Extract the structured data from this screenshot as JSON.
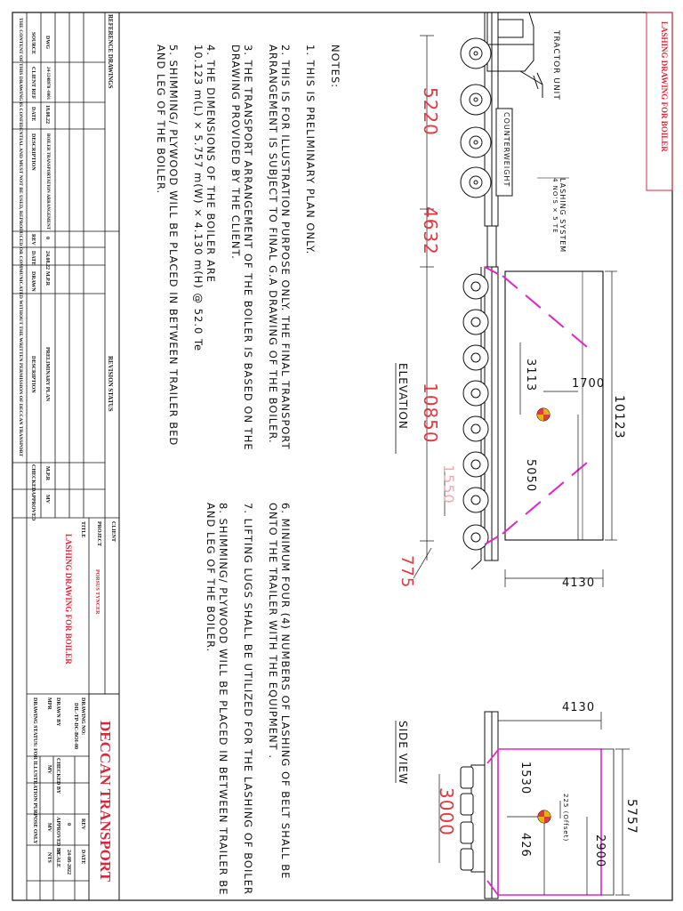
{
  "sheet_title": "LASHING DRAWING FOR BOILER",
  "labels": {
    "tractor_unit": "TRACTOR UNIT",
    "counterweight": "COUNTERWEIGHT",
    "lashing_system": "LASHING SYSTEM",
    "lashing_qty": "4 NO'S × 5 TE",
    "elevation": "ELEVATION",
    "side_view": "SIDE VIEW"
  },
  "dimensions": {
    "d5220": "5220",
    "d4632": "4632",
    "d10850": "10850",
    "d1550": "1550",
    "d775": "775",
    "d10123": "10123",
    "d1700": "1700",
    "d3113": "3113",
    "d5050": "5050",
    "d4130_elev": "4130",
    "d4130_side": "4130",
    "d5757": "5757",
    "d2900": "2900",
    "d1530": "1530",
    "d3000": "3000",
    "d225": "225 (Offset)",
    "d426": "426"
  },
  "notes": {
    "heading": "NOTES:",
    "n1": "1. THIS IS PRELIMINARY PLAN ONLY.",
    "n2a": "2. THIS IS FOR ILLUSTRATION PURPOSE ONLY. THE FINAL TRANSPORT",
    "n2b": "ARRANGEMENT IS SUBJECT TO FINAL G.A DRAWING OF THE BOILER.",
    "n3a": "3. THE TRANSPORT ARRANGEMENT OF THE BOILER IS BASED ON THE",
    "n3b": "DRAWING PROVIDED BY THE CLIENT.",
    "n4a": "4. THE DIMENSIONS OF THE BOILER ARE",
    "n4b": "10.123 m(L) × 5.757 m(W) × 4.130 m(H) @ 52.0 Te",
    "n5a": "5. SHIMMING/ PLYWOOD WILL BE PLACED IN BETWEEN TRAILER BED",
    "n5b": "AND LEG OF THE BOILER.",
    "n6a": "6. MINIMUM FOUR (4) NUMBERS OF LASHING OF BELT SHALL BE",
    "n6b": "ONTO THE TRAILER WITH THE EQUIPMENT .",
    "n7": "7. LIFTING LUGS SHALL BE UTILIZED FOR THE LASHING OF BOILER",
    "n8a": "8. SHIMMING/ PLYWOOD WILL BE PLACED IN BETWEEN TRAILER BE",
    "n8b": "AND LEG OF THE BOILER."
  },
  "reference_drawings": {
    "heading": "REFERENCE DRAWINGS",
    "headers": [
      "SOURCE",
      "CLIENT REF",
      "DATE",
      "DESCRIPTION"
    ],
    "row": [
      "DWG",
      "24-1248978 -0001",
      "18.08.22",
      "BOILER TRANSPORTATION ARRANGEMENT"
    ]
  },
  "revision_status": {
    "heading": "REVISION STATUS",
    "headers": [
      "REV",
      "DATE",
      "DRAWN",
      "DESCRIPTION",
      "CHECKED",
      "APPROVED"
    ],
    "row": [
      "0",
      "24.08.22",
      "M.P.R",
      "PRELIMINARY PLAN",
      "M.P.R",
      "MV"
    ]
  },
  "confidential": "THE CONTENT OF THIS DRAWING IS CONFIDENTIAL AND MUST NOT BE USED, REPRODUCED OR COMMUNICATED WITHOUT THE WRITTEN PERMISSION OF DECCAN TRANSPORT",
  "title_block": {
    "client_label": "CLIENT",
    "project_label": "PROJECT",
    "project_value": "PORSUS TYNCER",
    "title_label": "TITLE",
    "title_value": "LASHING DRAWING FOR BOILER",
    "company": "DECCAN TRANSPORT",
    "drawing_no_label": "DRAWING NO:",
    "drawing_no": "DIL-TP-DC-BOI-00",
    "rev_label": "REV",
    "rev_value": "0",
    "date_label": "DATE",
    "date_value": "24-08-2022",
    "drawn_by_label": "DRAWN BY",
    "drawn_by": "MPR",
    "checked_by_label": "CHECKED BY",
    "checked_by": "MV",
    "approved_by_label": "APPROVED BY",
    "approved_by": "MV",
    "scale_label": "SCALE",
    "scale_value": "NTS",
    "status": "DRAWING STATUS: FOR ILLUSTRATION PURPOSE ONLY"
  },
  "colors": {
    "line": "#111111",
    "dim_red": "#e0393f",
    "lashing": "#e026c8",
    "company_red": "#d8283a"
  }
}
